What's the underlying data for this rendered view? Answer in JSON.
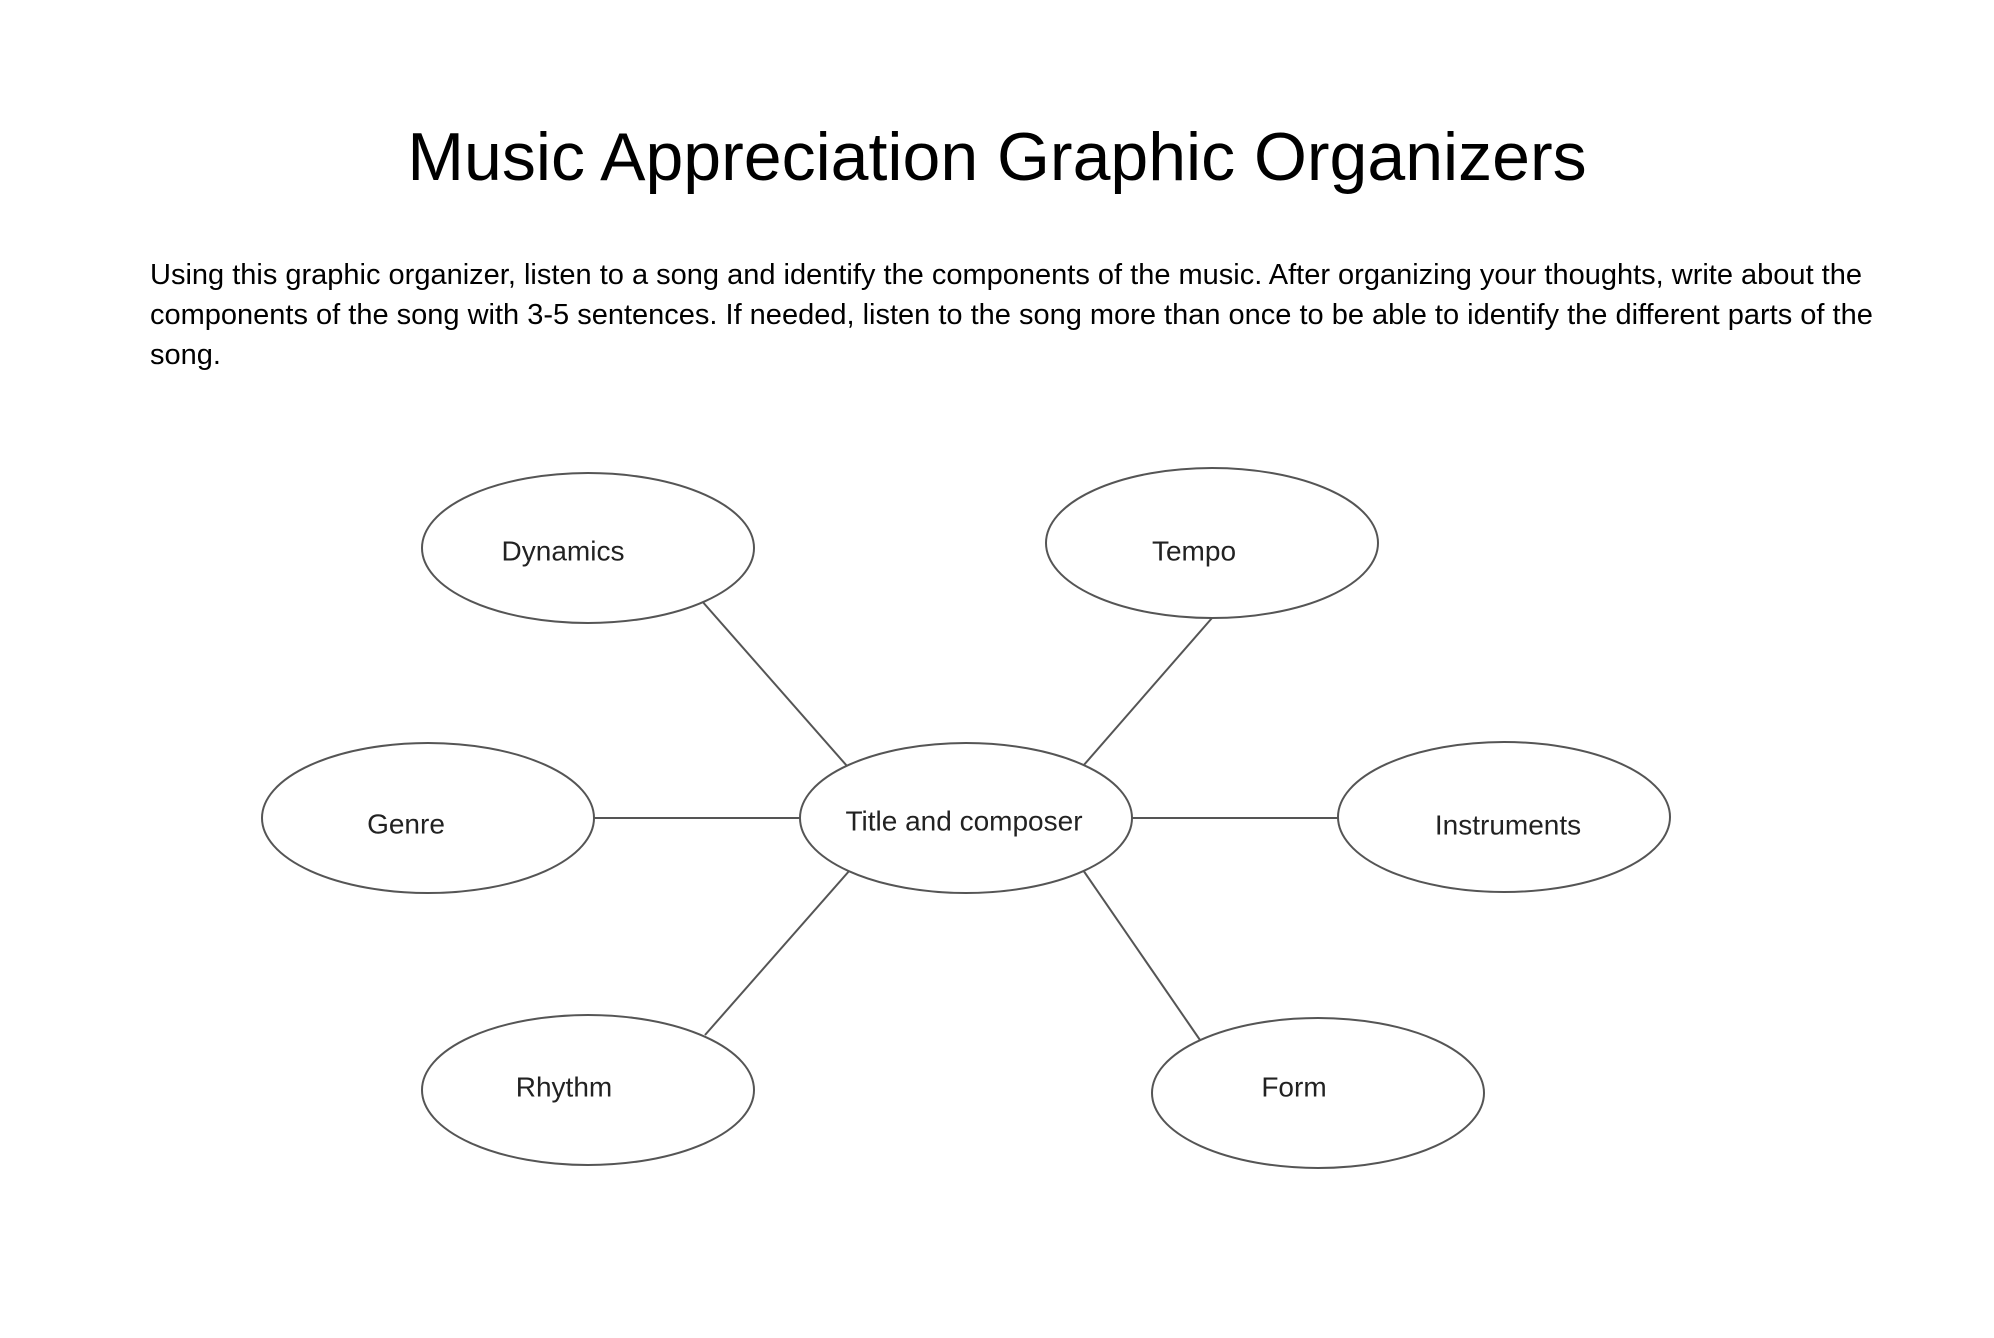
{
  "document": {
    "title": "Music Appreciation Graphic Organizers",
    "instructions": "Using this graphic organizer, listen to a song and identify the components of the music.  After organizing your thoughts, write about the components of the song with 3-5 sentences.  If needed, listen to the song more than once to be able to identify the different parts of the song."
  },
  "organizer": {
    "center": "Title and composer",
    "nodes": {
      "dynamics": "Dynamics",
      "tempo": "Tempo",
      "genre": "Genre",
      "instruments": "Instruments",
      "rhythm": "Rhythm",
      "form": "Form"
    }
  }
}
